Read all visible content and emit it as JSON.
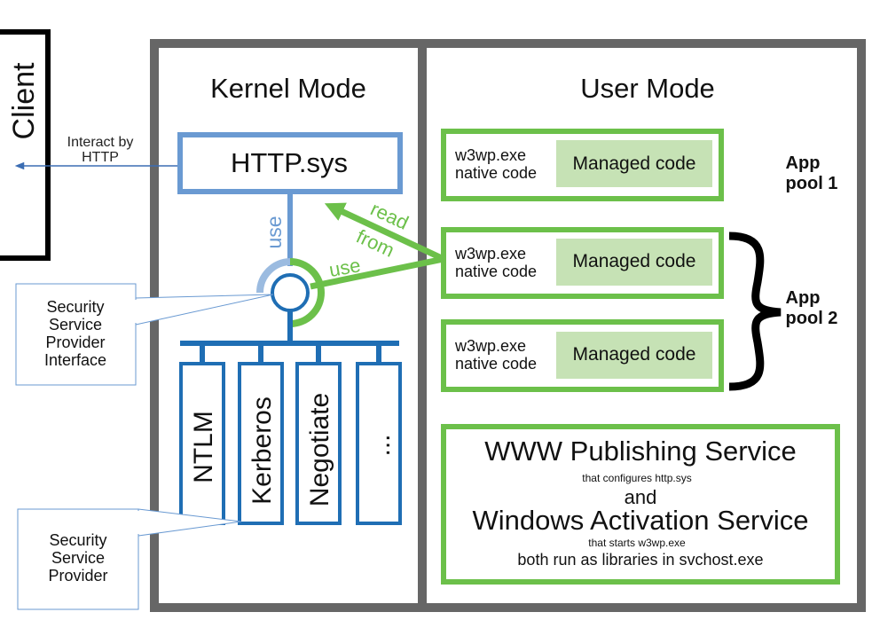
{
  "client": {
    "label": "Client"
  },
  "interact": {
    "line1": "Interact by",
    "line2": "HTTP"
  },
  "kernel": {
    "title": "Kernel Mode",
    "http_sys": "HTTP.sys",
    "use_label": "use"
  },
  "user": {
    "title": "User Mode"
  },
  "arrows": {
    "read": "read",
    "from": "from",
    "use": "use"
  },
  "workers": [
    {
      "line1": "w3wp.exe",
      "line2": "native code",
      "managed": "Managed code"
    },
    {
      "line1": "w3wp.exe",
      "line2": "native code",
      "managed": "Managed code"
    },
    {
      "line1": "w3wp.exe",
      "line2": "native code",
      "managed": "Managed code"
    }
  ],
  "pools": [
    {
      "line1": "App",
      "line2": "pool 1"
    },
    {
      "line1": "App",
      "line2": "pool 2"
    }
  ],
  "providers": [
    "NTLM",
    "Kerberos",
    "Negotiate",
    "..."
  ],
  "callouts": {
    "sspi": [
      "Security",
      "Service",
      "Provider",
      "Interface"
    ],
    "ssp": [
      "Security",
      "Service",
      "Provider"
    ]
  },
  "www": {
    "title": "WWW Publishing Service",
    "configures": "that configures http.sys",
    "and": "and",
    "was": "Windows Activation Service",
    "starts": "that starts w3wp.exe",
    "both": "both run as libraries in svchost.exe"
  },
  "colors": {
    "frame": "#666666",
    "blue": "#6a9ad2",
    "dark_blue": "#1f6eb4",
    "green": "#6cc04a",
    "managed_fill": "#c6e2b5",
    "text": "#111111"
  }
}
